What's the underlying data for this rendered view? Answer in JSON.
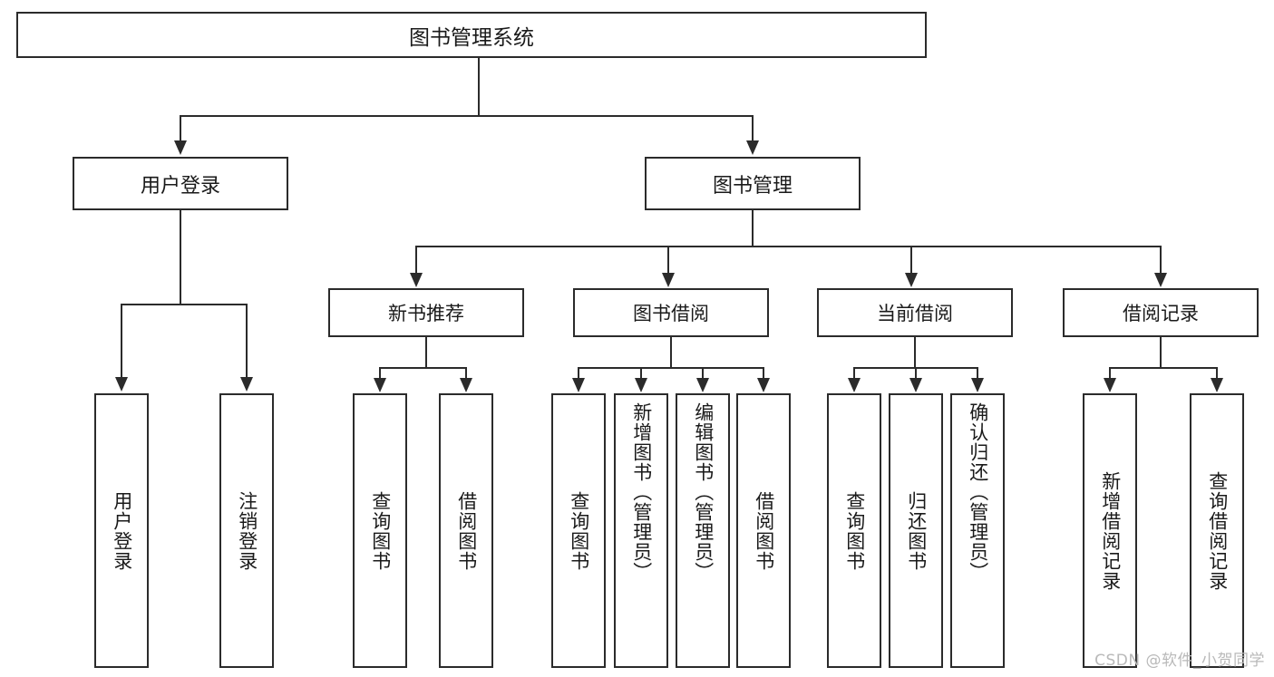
{
  "diagram": {
    "title": "图书管理系统",
    "type": "tree-hierarchy-diagram",
    "watermark": "CSDN @软件_小贺同学",
    "colors": {
      "stroke": "#2b2b2b",
      "fill": "#ffffff",
      "text": "#1a1a1a",
      "watermark": "#b9b9b9"
    },
    "root": {
      "label": "图书管理系统"
    },
    "level2": [
      {
        "label": "用户登录"
      },
      {
        "label": "图书管理"
      }
    ],
    "level3": [
      {
        "label": "新书推荐"
      },
      {
        "label": "图书借阅"
      },
      {
        "label": "当前借阅"
      },
      {
        "label": "借阅记录"
      }
    ],
    "leaves": {
      "user_login": [
        {
          "label": "用户登录"
        },
        {
          "label": "注销登录"
        }
      ],
      "new_book_recommend": [
        {
          "label": "查询图书"
        },
        {
          "label": "借阅图书"
        }
      ],
      "book_borrow": [
        {
          "label": "查询图书"
        },
        {
          "label": "新增图书（管理员）"
        },
        {
          "label": "编辑图书（管理员）"
        },
        {
          "label": "借阅图书"
        }
      ],
      "current_borrow": [
        {
          "label": "查询图书"
        },
        {
          "label": "归还图书"
        },
        {
          "label": "确认归还（管理员）"
        }
      ],
      "borrow_records": [
        {
          "label": "新增借阅记录"
        },
        {
          "label": "查询借阅记录"
        }
      ]
    }
  }
}
